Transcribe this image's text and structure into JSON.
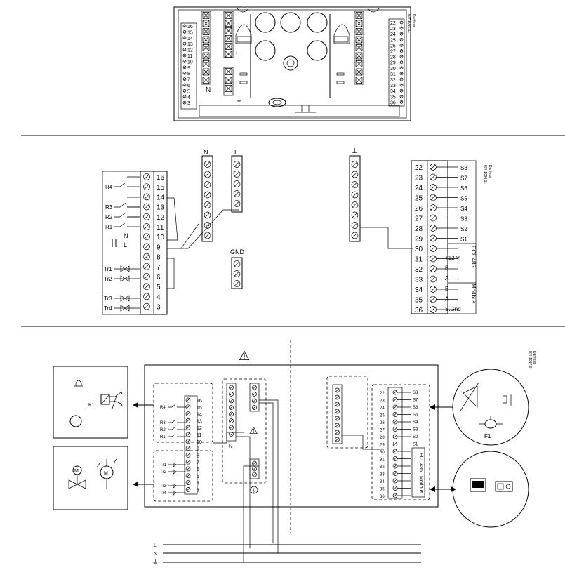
{
  "top_view": {
    "left_numbers": [
      "16",
      "15",
      "14",
      "13",
      "12",
      "11",
      "10",
      "9",
      "8",
      "7",
      "6",
      "5",
      "4",
      "3"
    ],
    "right_numbers": [
      "22",
      "23",
      "24",
      "25",
      "26",
      "27",
      "28",
      "29",
      "30",
      "31",
      "32",
      "33",
      "34",
      "35",
      "36"
    ],
    "n_label": "N",
    "l_label": "L",
    "brand": "Danfoss",
    "code": "87H1092.11"
  },
  "middle_diagram": {
    "left_terminals": [
      "16",
      "15",
      "14",
      "13",
      "12",
      "11",
      "10",
      "9",
      "8",
      "7",
      "6",
      "5",
      "4",
      "3"
    ],
    "relay_labels": [
      "R4",
      "R3",
      "R2",
      "R1"
    ],
    "triac_labels": [
      "Tr1",
      "Tr2",
      "Tr3",
      "Tr4"
    ],
    "n_small": "N",
    "l_small": "L",
    "n_header": "N",
    "l_header": "L",
    "gnd_label": "GND",
    "ground_header": "⊥",
    "right_terminals": [
      "22",
      "23",
      "24",
      "25",
      "26",
      "27",
      "28",
      "29",
      "30",
      "31",
      "32",
      "33",
      "34",
      "35",
      "36"
    ],
    "sensor_labels": [
      "S8",
      "S7",
      "S6",
      "S5",
      "S4",
      "S3",
      "S2",
      "S1"
    ],
    "ecl_labels": [
      "+12 V",
      "B",
      "A"
    ],
    "modbus_labels": [
      "B",
      "A",
      "S.Gnd"
    ],
    "ecl485": "ECL 485",
    "modbus": "Modbus",
    "brand": "Danfoss",
    "code": "87H1096.11"
  },
  "bottom_diagram": {
    "warning": "⚠",
    "left_terminals": [
      "16",
      "15",
      "14",
      "13",
      "12",
      "11",
      "10",
      "9",
      "8",
      "7",
      "6",
      "5",
      "4",
      "3"
    ],
    "relay_labels": [
      "R4",
      "R3",
      "R2",
      "R1"
    ],
    "triac_labels": [
      "Tr1",
      "Tr2",
      "Tr3",
      "Tr4"
    ],
    "k1": "K1",
    "m_label": "M",
    "n_label": "N",
    "right_terminals": [
      "22",
      "23",
      "24",
      "25",
      "26",
      "27",
      "28",
      "29",
      "30",
      "31",
      "32",
      "33",
      "34",
      "35",
      "36"
    ],
    "sensor_labels": [
      "S8",
      "S7",
      "S6",
      "S5",
      "S4",
      "S3",
      "S2",
      "S1"
    ],
    "ecl485": "ECL 485",
    "modbus": "Modbus",
    "f1": "F1",
    "mains": [
      "L",
      "N",
      "⏚"
    ],
    "brand": "Danfoss",
    "code": "87H1097.0"
  },
  "colors": {
    "ink": "#000000",
    "paper": "#ffffff"
  }
}
